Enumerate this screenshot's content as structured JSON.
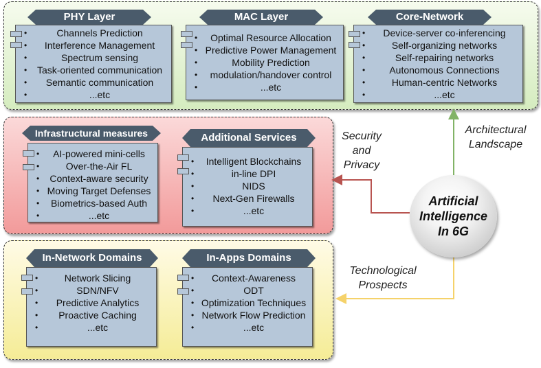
{
  "groups": {
    "top": {
      "modules": [
        {
          "title": "PHY Layer",
          "items": [
            "Channels Prediction",
            "Interference Management",
            "Spectrum sensing",
            "Task-oriented communication",
            "Semantic communication",
            "...etc"
          ]
        },
        {
          "title": "MAC Layer",
          "items": [
            "Optimal Resource Allocation",
            "Predictive Power Management",
            "Mobility Prediction",
            "modulation/handover control",
            "...etc"
          ]
        },
        {
          "title": "Core-Network",
          "items": [
            "Device-server co-inferencing",
            "Self-organizing networks",
            "Self-repairing networks",
            "Autonomous Connections",
            "Human-centric Networks",
            "...etc"
          ]
        }
      ]
    },
    "middle": {
      "modules": [
        {
          "title": "Infrastructural measures",
          "items": [
            "AI-powered mini-cells",
            "Over-the-Air FL",
            "Context-aware security",
            "Moving Target Defenses",
            "Biometrics-based Auth",
            "...etc"
          ]
        },
        {
          "title": "Additional Services",
          "items": [
            "Intelligent Blockchains",
            "in-line DPI",
            "NIDS",
            "Next-Gen Firewalls",
            "...etc"
          ]
        }
      ]
    },
    "bottom": {
      "modules": [
        {
          "title": "In-Network Domains",
          "items": [
            "Network Slicing",
            "SDN/NFV",
            "Predictive Analytics",
            "Proactive Caching",
            "...etc"
          ]
        },
        {
          "title": "In-Apps Domains",
          "items": [
            "Context-Awareness",
            "ODT",
            "Optimization Techniques",
            "Network Flow Prediction",
            "...etc"
          ]
        }
      ]
    }
  },
  "center": {
    "line1": "Artificial",
    "line2": "Intelligence",
    "line3": "In 6G"
  },
  "connections": {
    "architectural": {
      "line1": "Architectural",
      "line2": "Landscape",
      "color": "#82b366"
    },
    "security": {
      "line1": "Security",
      "line2": "and",
      "line3": "Privacy",
      "color": "#b85450"
    },
    "technological": {
      "line1": "Technological",
      "line2": "Prospects",
      "color": "#f5d26a"
    }
  },
  "colors": {
    "module_fill": "#b6c7d9",
    "title_fill": "#4a5b6b",
    "top_group": "#d5e8c4",
    "middle_group": "#f29a9a",
    "bottom_group": "#f5ec96"
  }
}
